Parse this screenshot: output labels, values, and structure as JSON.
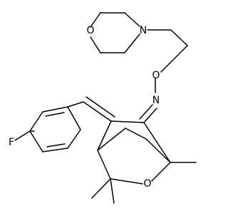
{
  "structure": {
    "atoms": {
      "morpholine_o": "O",
      "morpholine_n": "N",
      "oxime_o": "O",
      "oxime_n": "N",
      "fluorine": "F",
      "bridge_o": "O"
    },
    "colors": {
      "bond": "#000000",
      "label": "#000000",
      "background": "#ffffff"
    }
  }
}
